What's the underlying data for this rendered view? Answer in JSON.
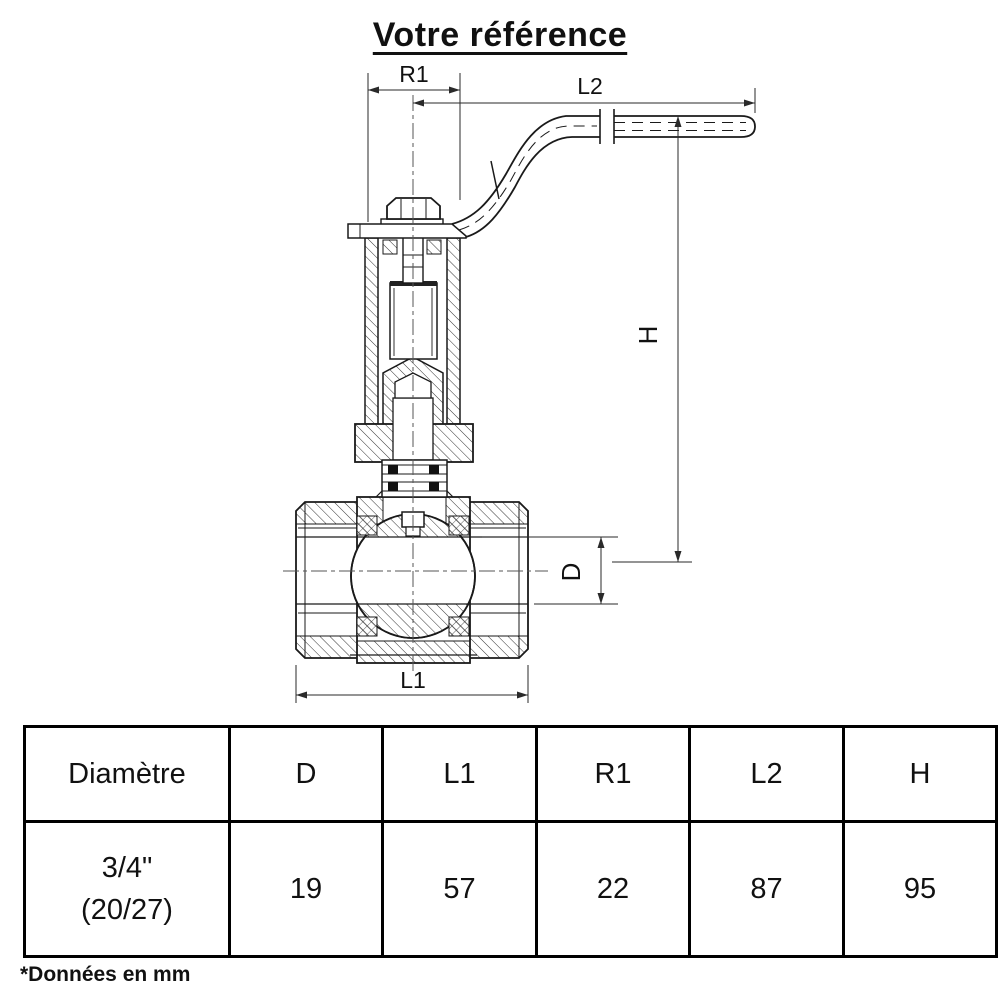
{
  "title": "Votre référence",
  "footnote": "*Données en mm",
  "diagram": {
    "dims": {
      "r1": "R1",
      "l2": "L2",
      "h": "H",
      "d": "D",
      "l1": "L1"
    }
  },
  "table": {
    "headers": [
      "Diamètre",
      "D",
      "L1",
      "R1",
      "L2",
      "H"
    ],
    "row": {
      "diameter_line1": "3/4\"",
      "diameter_line2": "(20/27)",
      "d": "19",
      "l1": "57",
      "r1": "22",
      "l2": "87",
      "h": "95"
    }
  }
}
